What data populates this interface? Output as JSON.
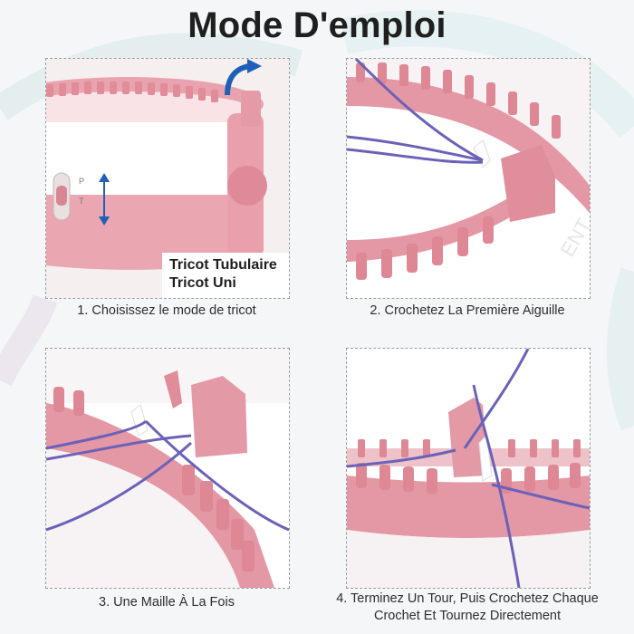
{
  "title": "Mode D'emploi",
  "steps": [
    {
      "caption": "1. Choisissez le mode de tricot"
    },
    {
      "caption": "2. Crochetez La Première Aiguille"
    },
    {
      "caption": "3. Une Maille À La Fois"
    },
    {
      "caption": "4. Terminez Un Tour, Puis Crochetez Chaque Crochet Et Tournez Directement"
    }
  ],
  "mode_labels": [
    "Tricot Tubulaire",
    "Tricot Uni"
  ],
  "switch_labels": [
    "P",
    "T"
  ],
  "colors": {
    "loom_pink": "#e39aa6",
    "loom_pink_dark": "#c97583",
    "yarn_purple": "#6a62b8",
    "arrow_blue": "#1f5fb8"
  }
}
